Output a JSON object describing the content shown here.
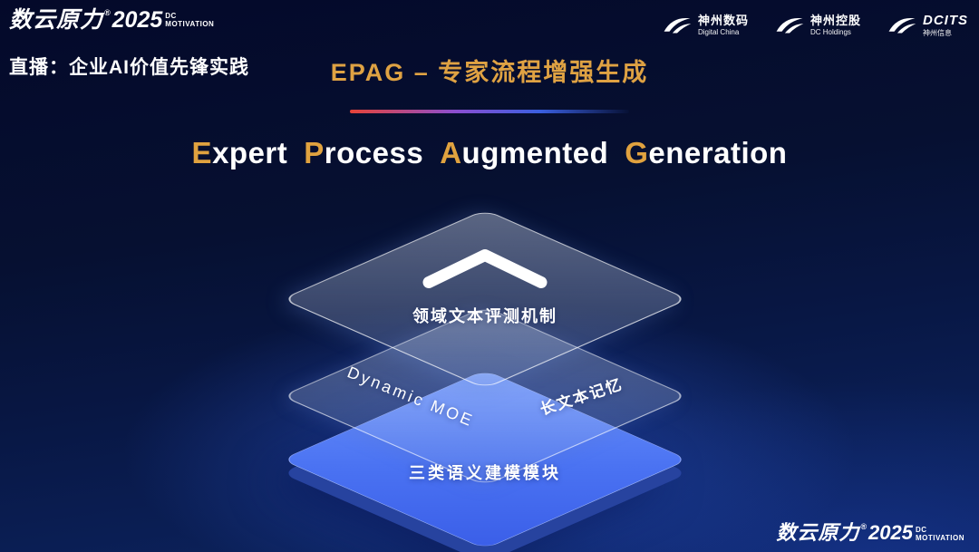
{
  "brand": {
    "name": "数云原力",
    "reg": "®",
    "year": "2025",
    "tag_line1": "DC",
    "tag_line2": "MOTIVATION"
  },
  "header": {
    "live_label": "直播：企业AI价值先锋实践",
    "title_cn": "EPAG – 专家流程增强生成",
    "partner_logos": [
      {
        "name": "神州数码",
        "subtitle": "Digital China",
        "icon": "swoosh-icon"
      },
      {
        "name": "神州控股",
        "subtitle": "DC Holdings",
        "icon": "swoosh-icon"
      },
      {
        "name": "DCITS",
        "subtitle": "神州信息",
        "icon": "swoosh-icon"
      }
    ]
  },
  "title_en": {
    "full": "Expert Process Augmented Generation",
    "e": "E",
    "e_rest": "xpert",
    "p": "P",
    "p_rest": "rocess",
    "a": "A",
    "a_rest": "ugmented",
    "g": "G",
    "g_rest": "eneration"
  },
  "diagram": {
    "type": "stacked-layers",
    "layers": [
      {
        "id": "top",
        "icon": "chevron-up-icon",
        "label": "领域文本评测机制"
      },
      {
        "id": "middle",
        "label_left": "Dynamic MOE",
        "label_right": "长文本记忆"
      },
      {
        "id": "bottom",
        "label": "三类语义建模模块"
      }
    ]
  },
  "colors": {
    "background_top": "#04092a",
    "background_glow": "#3260e1",
    "accent_gold": "#e0a23f",
    "line_gradient_start": "#e64338",
    "line_gradient_end": "#3a5fe0",
    "layer_glass": "rgba(210,223,250,0.36)",
    "layer_blue": "#4a72f2",
    "text_white": "#ffffff"
  }
}
